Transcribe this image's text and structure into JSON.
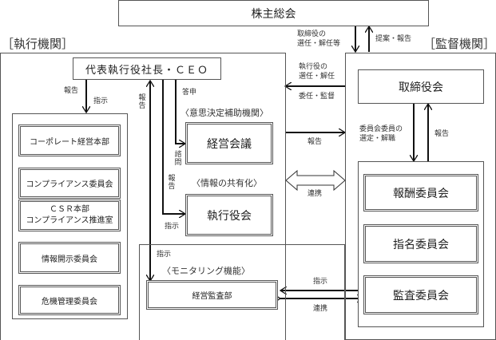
{
  "title": "株主総会",
  "sections": {
    "execution": "［執行機関］",
    "supervision": "［監督機関］"
  },
  "ceo": "代表執行役社長・ＣＥＯ",
  "execution_units": [
    {
      "label": "コーポレート経営本部"
    },
    {
      "label": "コンプライアンス委員会"
    },
    {
      "label_line1": "ＣＳＲ本部",
      "label_line2": "コンプライアンス推進室"
    },
    {
      "label": "情報開示委員会"
    },
    {
      "label": "危機管理委員会"
    }
  ],
  "advisory": {
    "heading": "〈意思決定補助機関〉",
    "box": "経営会議"
  },
  "info_sharing": {
    "heading": "〈情報の共有化〉",
    "box": "執行役会"
  },
  "monitoring": {
    "heading": "〈モニタリング機能〉",
    "box": "経営監査部"
  },
  "board": "取締役会",
  "committees": [
    "報酬委員会",
    "指名委員会",
    "監査委員会"
  ],
  "labels": {
    "shareholders_down_1": "取締役の",
    "shareholders_down_2": "選任・解任等",
    "shareholders_up": "提案・報告",
    "board_to_exec_1": "執行役の",
    "board_to_exec_2": "選任・解任",
    "board_to_exec_3": "委任・監督",
    "ceo_units_report": "報告",
    "ceo_units_instruct": "指示",
    "ceo_report_long": "報告",
    "toushin": "答申",
    "shimon": "諮問",
    "exec_report": "報告",
    "exec_instruct": "指示",
    "monitor_instruct": "指示",
    "exec_board_report": "報告",
    "renkei_mid": "連携",
    "committee_select_1": "委員会委員の",
    "committee_select_2": "選定・解職",
    "committee_report": "報告",
    "audit_instruct": "指示",
    "audit_renkei": "連携"
  }
}
